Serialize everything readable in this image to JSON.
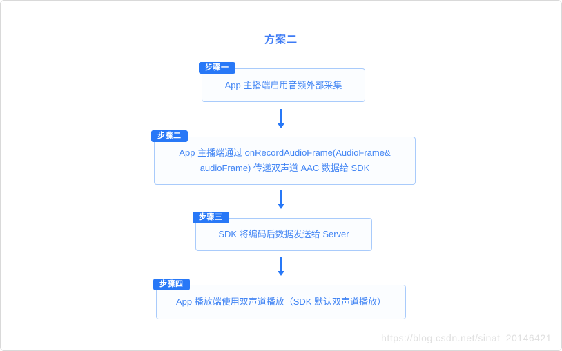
{
  "title": "方案二",
  "flowchart": {
    "steps": [
      {
        "label": "步骤一",
        "text": "App 主播端启用音频外部采集"
      },
      {
        "label": "步骤二",
        "text": "App 主播端通过 onRecordAudioFrame(AudioFrame& audioFrame) 传递双声道 AAC 数据给 SDK"
      },
      {
        "label": "步骤三",
        "text": "SDK 将编码后数据发送给 Server"
      },
      {
        "label": "步骤四",
        "text": "App 播放端使用双声道播放（SDK 默认双声道播放）"
      }
    ],
    "connector_icon": "arrow-down-icon"
  },
  "watermark": "https://blog.csdn.net/sinat_20146421",
  "colors": {
    "accent_blue": "#2878F7",
    "box_border": "#A9CBFB",
    "box_fill": "#FBFDFF",
    "box_text": "#4285F4",
    "title_text": "#3D7BF5",
    "watermark_gray": "#E0E0E0",
    "frame_border": "#D9D9D9"
  }
}
